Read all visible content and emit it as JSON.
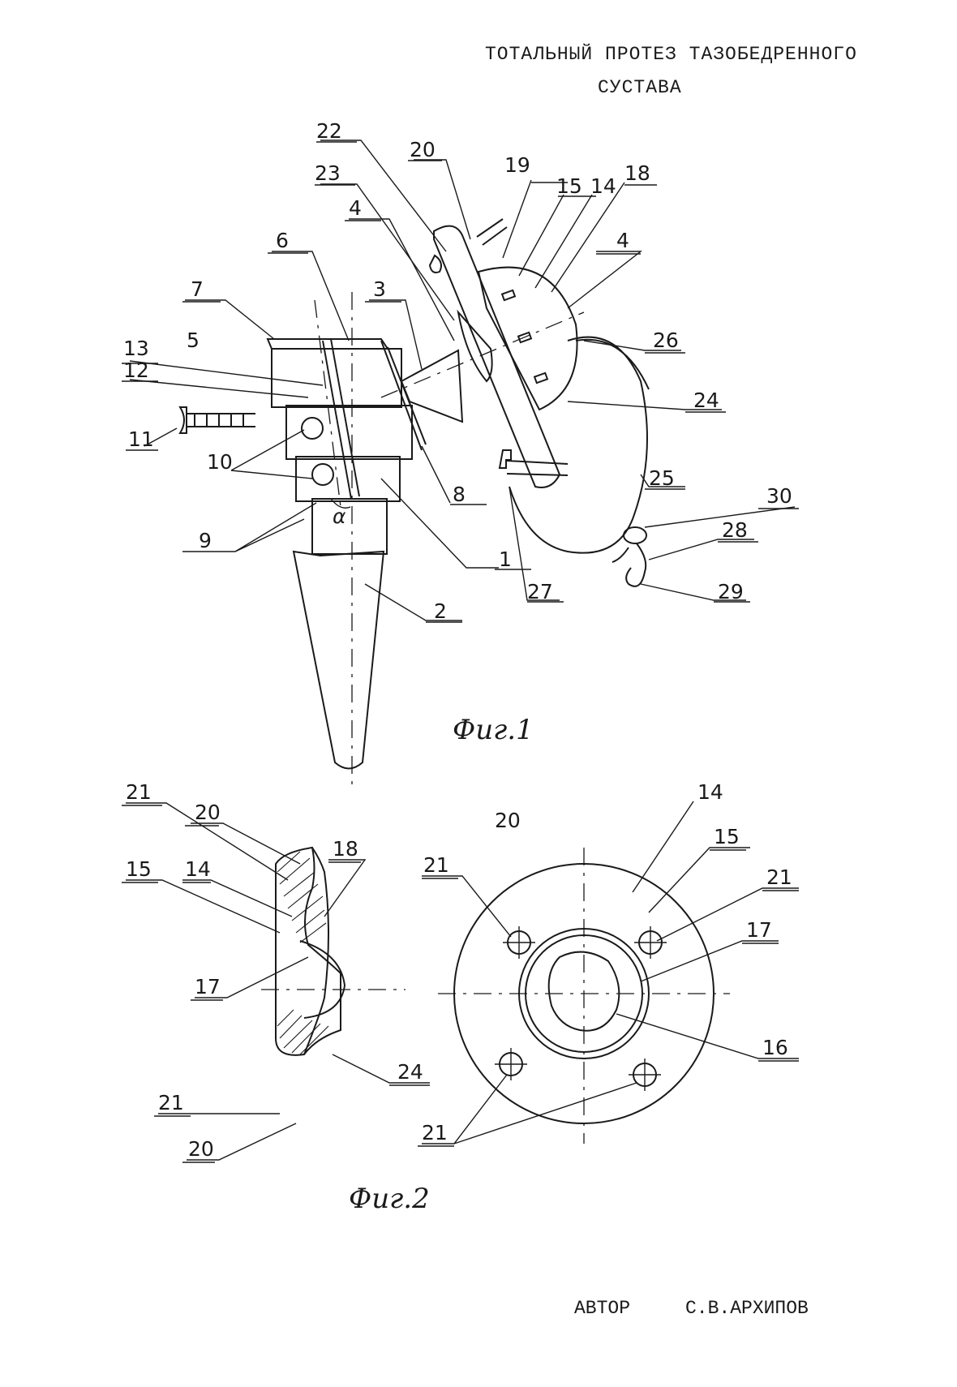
{
  "title": {
    "line1": "ТОТАЛЬНЫЙ ПРОТЕЗ ТАЗОБЕДРЕННОГО",
    "line2": "СУСТАВА"
  },
  "figures": {
    "fig1_caption": "Фиг.1",
    "fig2_caption": "Фиг.2"
  },
  "author": {
    "label": "АВТОР",
    "name": "С.В.АРХИПОВ"
  },
  "fig1_labels": {
    "l22": "22",
    "l20": "20",
    "l19": "19",
    "l15": "15",
    "l14": "14",
    "l18": "18",
    "l23": "23",
    "l4a": "4",
    "l4b": "4",
    "l6": "6",
    "l7": "7",
    "l3": "3",
    "l26": "26",
    "l13": "13",
    "l5": "5",
    "l12": "12",
    "l24": "24",
    "l11": "11",
    "l10": "10",
    "l8": "8",
    "l25": "25",
    "l30": "30",
    "l28": "28",
    "l9": "9",
    "l1": "1",
    "l27": "27",
    "l29": "29",
    "l2": "2",
    "alpha": "α"
  },
  "fig2_labels": {
    "l21a": "21",
    "l20a": "20",
    "l18": "18",
    "l15": "15",
    "l14": "14",
    "l17": "17",
    "l24": "24",
    "l21b": "21",
    "l20b": "20",
    "r20": "20",
    "r14": "14",
    "r15": "15",
    "r21a": "21",
    "r21b": "21",
    "r17": "17",
    "r16": "16",
    "r21c": "21"
  }
}
